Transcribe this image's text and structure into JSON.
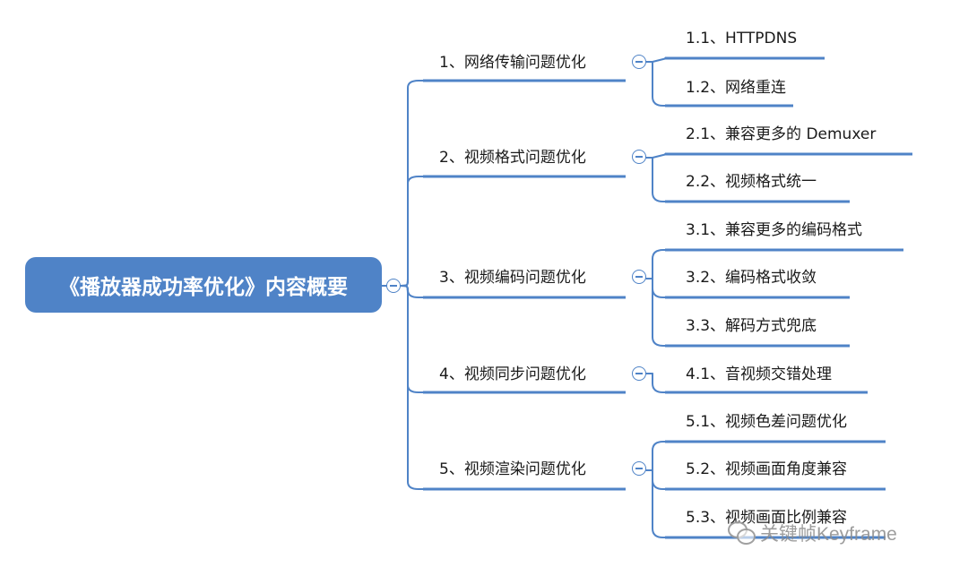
{
  "root": {
    "title": "《播放器成功率优化》内容概要"
  },
  "branches": [
    {
      "label": "1、网络传输问题优化",
      "children": [
        "1.1、HTTPDNS",
        "1.2、网络重连"
      ]
    },
    {
      "label": "2、视频格式问题优化",
      "children": [
        "2.1、兼容更多的 Demuxer",
        "2.2、视频格式统一"
      ]
    },
    {
      "label": "3、视频编码问题优化",
      "children": [
        "3.1、兼容更多的编码格式",
        "3.2、编码格式收敛",
        "3.3、解码方式兜底"
      ]
    },
    {
      "label": "4、视频同步问题优化",
      "children": [
        "4.1、音视频交错处理"
      ]
    },
    {
      "label": "5、视频渲染问题优化",
      "children": [
        "5.1、视频色差问题优化",
        "5.2、视频画面角度兼容",
        "5.3、视频画面比例兼容"
      ]
    }
  ],
  "watermark": {
    "text": "关键帧Keyframe",
    "icon": "wechat-icon"
  },
  "colors": {
    "accent": "#4f83c7",
    "text": "#1a1a1a"
  }
}
